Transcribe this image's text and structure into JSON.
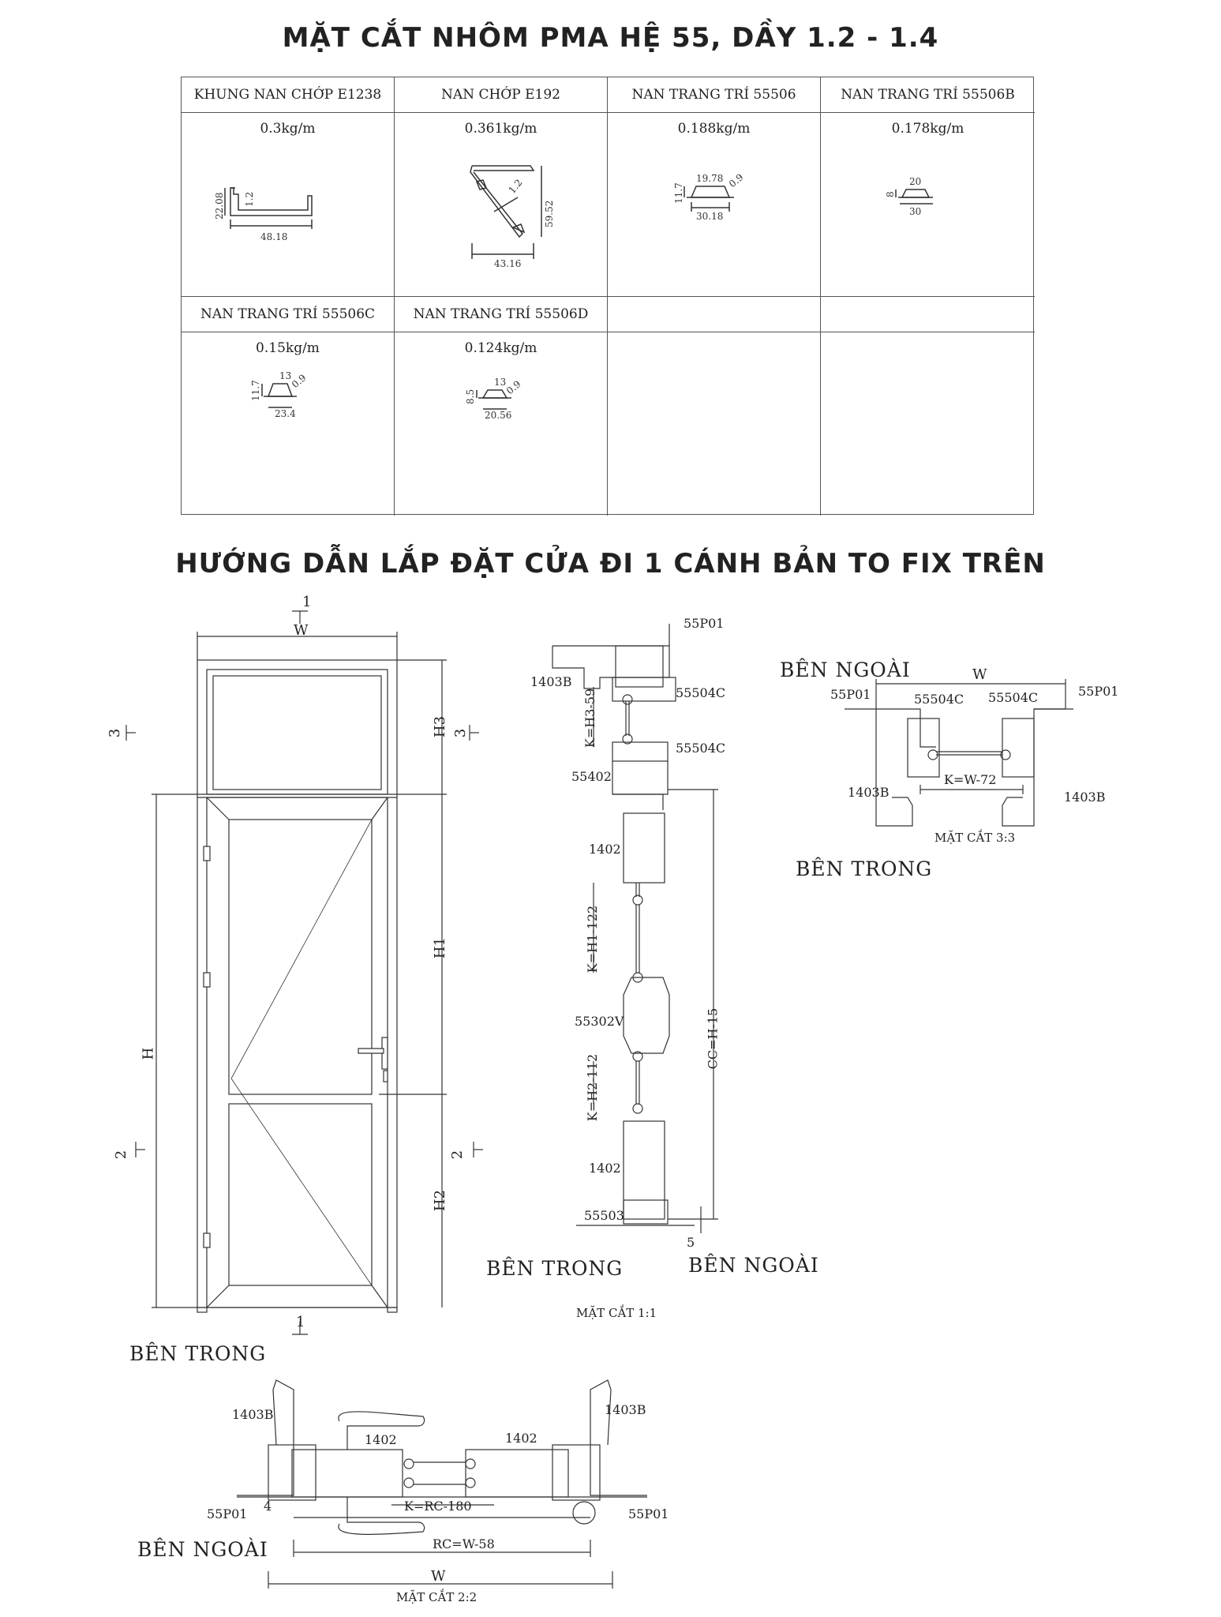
{
  "titles": {
    "profiles": "MẶT CẮT NHÔM PMA HỆ 55, DẦY 1.2 - 1.4",
    "install": "HƯỚNG DẪN LẮP ĐẶT CỬA ĐI 1 CÁNH BẢN TO FIX TRÊN"
  },
  "profiles": [
    {
      "name": "KHUNG NAN CHỚP E1238",
      "weight": "0.3kg/m",
      "dims": [
        "22.08",
        "1.2",
        "48.18"
      ]
    },
    {
      "name": "NAN CHỚP E192",
      "weight": "0.361kg/m",
      "dims": [
        "1.2",
        "59.52",
        "43.16"
      ]
    },
    {
      "name": "NAN TRANG TRÍ 55506",
      "weight": "0.188kg/m",
      "dims": [
        "19.78",
        "0.9",
        "11.7",
        "30.18"
      ]
    },
    {
      "name": "NAN TRANG TRÍ 55506B",
      "weight": "0.178kg/m",
      "dims": [
        "20",
        "8",
        "30"
      ]
    },
    {
      "name": "NAN TRANG TRÍ 55506C",
      "weight": "0.15kg/m",
      "dims": [
        "13",
        "0.9",
        "11.7",
        "23.4"
      ]
    },
    {
      "name": "NAN TRANG TRÍ 55506D",
      "weight": "0.124kg/m",
      "dims": [
        "13",
        "0.9",
        "8.5",
        "20.56"
      ]
    },
    {
      "name": "",
      "weight": "",
      "dims": []
    },
    {
      "name": "",
      "weight": "",
      "dims": []
    }
  ],
  "elevation": {
    "w": "W",
    "h": "H",
    "h1": "H1",
    "h2": "H2",
    "h3": "H3",
    "sec1": "1",
    "sec2": "2",
    "sec3": "3",
    "ben_trong": "BÊN  TRONG"
  },
  "section11": {
    "labels": {
      "p55p01": "55P01",
      "p1403b": "1403B",
      "p55504c_a": "55504C",
      "p55504c_b": "55504C",
      "p55402": "55402",
      "p1402_a": "1402",
      "p55302v": "55302V",
      "p1402_b": "1402",
      "p55503": "55503"
    },
    "dims": {
      "k_h3": "K=H3-59",
      "k_h1": "K=H1-122",
      "k_h2": "K=H2-112",
      "cc": "CC=H-15",
      "five": "5"
    },
    "ben_trong": "BÊN  TRONG",
    "ben_ngoai": "BÊN NGOÀI",
    "caption": "MẶT CẮT 1:1"
  },
  "section33": {
    "ben_ngoai": "BÊN NGOÀI",
    "ben_trong": "BÊN  TRONG",
    "labels": {
      "w": "W",
      "p55p01_l": "55P01",
      "p55504c_l": "55504C",
      "p55504c_r": "55504C",
      "p55p01_r": "55P01",
      "p1403b_l": "1403B",
      "k": "K=W-72",
      "p1403b_r": "1403B"
    },
    "caption": "MẶT CẮT 3:3"
  },
  "section22": {
    "labels": {
      "p1403b_l": "1403B",
      "p1403b_r": "1403B",
      "p1402_l": "1402",
      "p1402_r": "1402",
      "p55p01_l": "55P01",
      "p55p01_r": "55P01",
      "four": "4",
      "k": "K=RC-180",
      "rc": "RC=W-58",
      "w": "W"
    },
    "ben_ngoai": "BÊN NGOÀI",
    "caption": "MẶT CẮT 2:2"
  }
}
